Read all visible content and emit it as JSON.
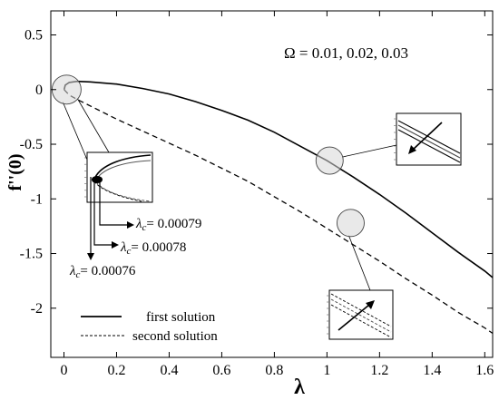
{
  "chart_data": {
    "type": "line",
    "xlabel": "λ",
    "ylabel": "f''(0)",
    "xlim": [
      -0.05,
      1.63
    ],
    "ylim": [
      -2.45,
      0.72
    ],
    "xticks": [
      0,
      0.2,
      0.4,
      0.6,
      0.8,
      1,
      1.2,
      1.4,
      1.6
    ],
    "yticks": [
      0.5,
      0,
      -0.5,
      -1,
      -1.5,
      -2
    ],
    "xtick_labels": [
      "0",
      "0.2",
      "0.4",
      "0.6",
      "0.8",
      "1",
      "1.2",
      "1.4",
      "1.6"
    ],
    "ytick_labels": [
      "0.5",
      "0",
      "-0.5",
      "-1",
      "-1.5",
      "-2"
    ],
    "grid": false,
    "annotation": "Ω = 0.01, 0.02, 0.03",
    "series": [
      {
        "name": "first solution",
        "style": "solid",
        "x": [
          0.00079,
          0.005,
          0.02,
          0.05,
          0.1,
          0.2,
          0.3,
          0.4,
          0.5,
          0.6,
          0.7,
          0.8,
          0.9,
          1.0,
          1.1,
          1.2,
          1.3,
          1.4,
          1.5,
          1.6,
          1.63
        ],
        "y": [
          0.0,
          0.04,
          0.065,
          0.075,
          0.07,
          0.05,
          0.01,
          -0.04,
          -0.11,
          -0.19,
          -0.28,
          -0.39,
          -0.52,
          -0.65,
          -0.8,
          -0.96,
          -1.13,
          -1.31,
          -1.49,
          -1.66,
          -1.72
        ]
      },
      {
        "name": "second solution",
        "style": "dashed",
        "x": [
          0.00079,
          0.02,
          0.05,
          0.1,
          0.2,
          0.3,
          0.4,
          0.5,
          0.6,
          0.7,
          0.8,
          0.9,
          1.0,
          1.1,
          1.2,
          1.3,
          1.4,
          1.5,
          1.6,
          1.63
        ],
        "y": [
          0.0,
          -0.05,
          -0.09,
          -0.15,
          -0.27,
          -0.38,
          -0.49,
          -0.6,
          -0.72,
          -0.84,
          -0.98,
          -1.12,
          -1.27,
          -1.42,
          -1.57,
          -1.73,
          -1.88,
          -2.04,
          -2.18,
          -2.23
        ]
      }
    ],
    "critical_labels": [
      {
        "label": "λ",
        "sub": "c",
        "value": "= 0.00079"
      },
      {
        "label": "λ",
        "sub": "c",
        "value": "= 0.00078"
      },
      {
        "label": "λ",
        "sub": "c",
        "value": "= 0.00076"
      }
    ],
    "legend": {
      "position": "bottom-left",
      "entries": [
        "first solution",
        "second solution"
      ]
    },
    "zoom_markers": [
      {
        "x": 0.01,
        "y": 0.0
      },
      {
        "x": 1.01,
        "y": -0.65
      },
      {
        "x": 1.09,
        "y": -1.22
      }
    ]
  }
}
